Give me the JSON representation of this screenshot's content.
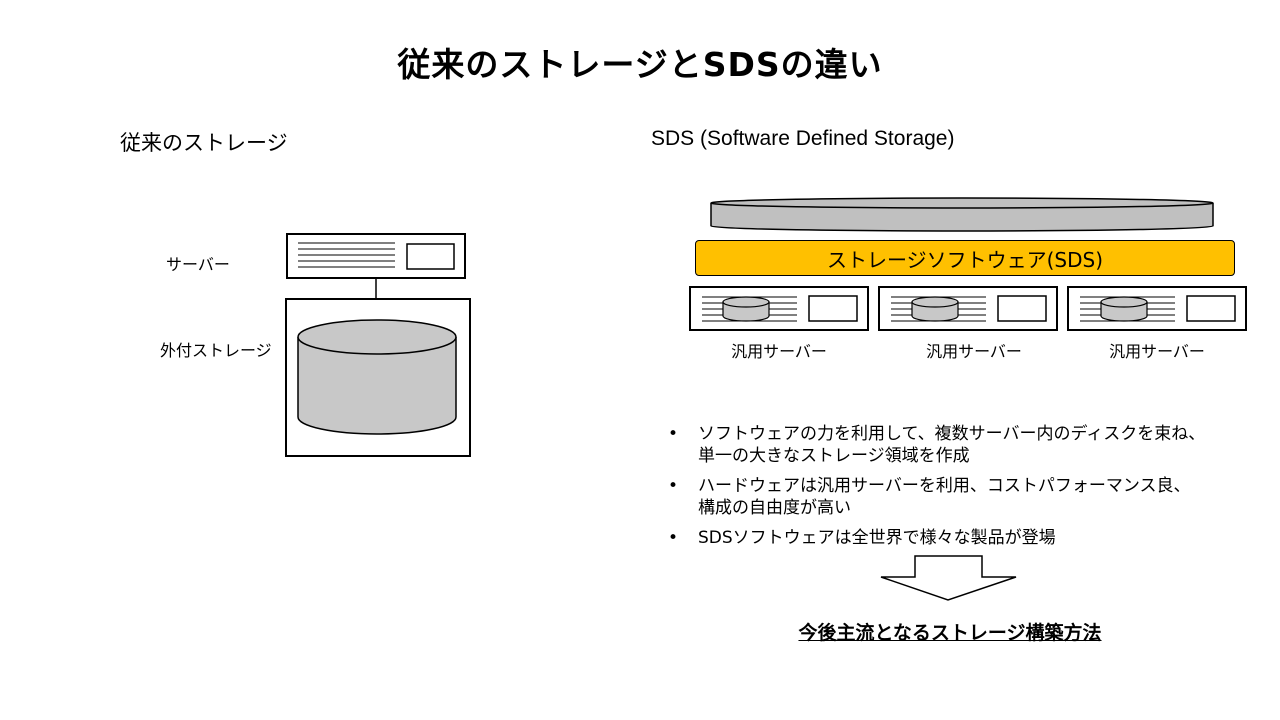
{
  "title": "従来のストレージとSDSの違い",
  "left": {
    "heading": "従来のストレージ",
    "server_label": "サーバー",
    "storage_label": "外付ストレージ"
  },
  "right": {
    "heading": "SDS (Software Defined Storage)",
    "sds_bar_label": "ストレージソフトウェア(SDS)",
    "servers": [
      {
        "label": "汎用サーバー"
      },
      {
        "label": "汎用サーバー"
      },
      {
        "label": "汎用サーバー"
      }
    ],
    "bullet_marker": "•",
    "bullets": [
      {
        "lines": [
          "ソフトウェアの力を利用して、複数サーバー内のディスクを束ね、",
          "単一の大きなストレージ領域を作成"
        ]
      },
      {
        "lines": [
          "ハードウェアは汎用サーバーを利用、コストパフォーマンス良、",
          "構成の自由度が高い"
        ]
      },
      {
        "lines": [
          "SDSソフトウェアは全世界で様々な製品が登場"
        ]
      }
    ],
    "conclusion": "今後主流となるストレージ構築方法"
  },
  "colors": {
    "sds_bar": "#ffc000",
    "disk_fill": "#c8c8c8",
    "pool_fill": "#c0c0c0",
    "line": "#000000"
  }
}
